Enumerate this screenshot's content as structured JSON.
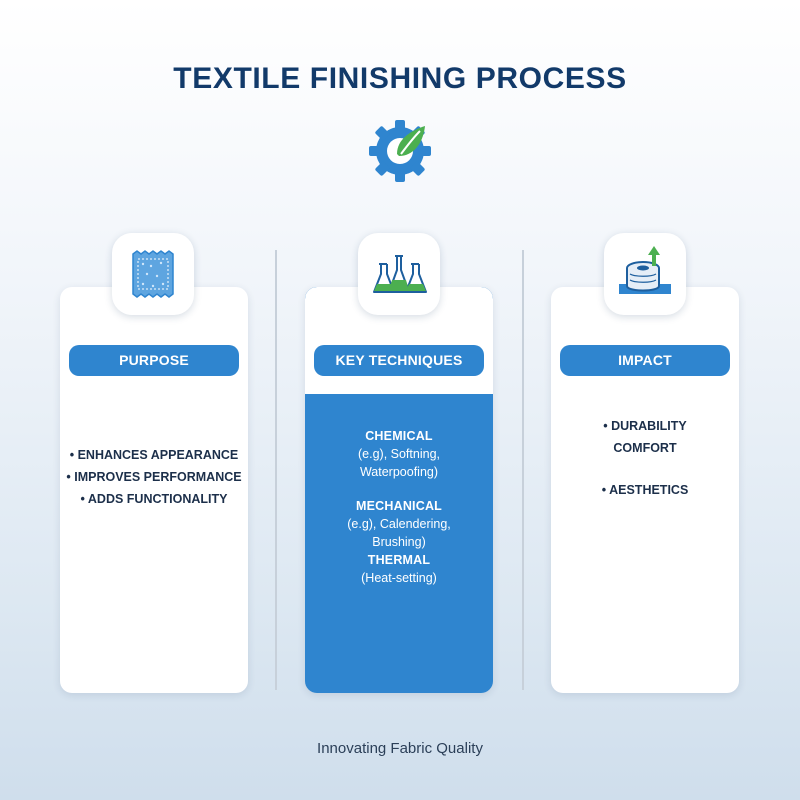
{
  "title": "TEXTILE FINISHING PROCESS",
  "header_icon": "gear-leaf-icon",
  "columns": [
    {
      "label": "PURPOSE",
      "icon": "fabric-swatch-icon",
      "items": [
        "• ENHANCES APPEARANCE",
        "• IMPROVES PERFORMANCE",
        "• ADDS FUNCTIONALITY"
      ]
    },
    {
      "label": "KEY TECHNIQUES",
      "icon": "lab-flasks-icon",
      "techniques": [
        {
          "head": "CHEMICAL",
          "desc": [
            "(e.g), Softning,",
            "Waterpoofing)"
          ]
        },
        {
          "head": "MECHANICAL",
          "desc": [
            "(e.g), Calendering,",
            "Brushing)"
          ]
        },
        {
          "head": "THERMAL",
          "desc": [
            "(Heat-setting)"
          ]
        }
      ]
    },
    {
      "label": "IMPACT",
      "icon": "fabric-roll-arrow-icon",
      "items": [
        "• DURABILITY",
        "COMFORT",
        "• AESTHETICS"
      ]
    }
  ],
  "footer": "Innovating Fabric Quality",
  "colors": {
    "accent": "#2f85cf",
    "title": "#123a6a",
    "leaf": "#4caf50"
  }
}
